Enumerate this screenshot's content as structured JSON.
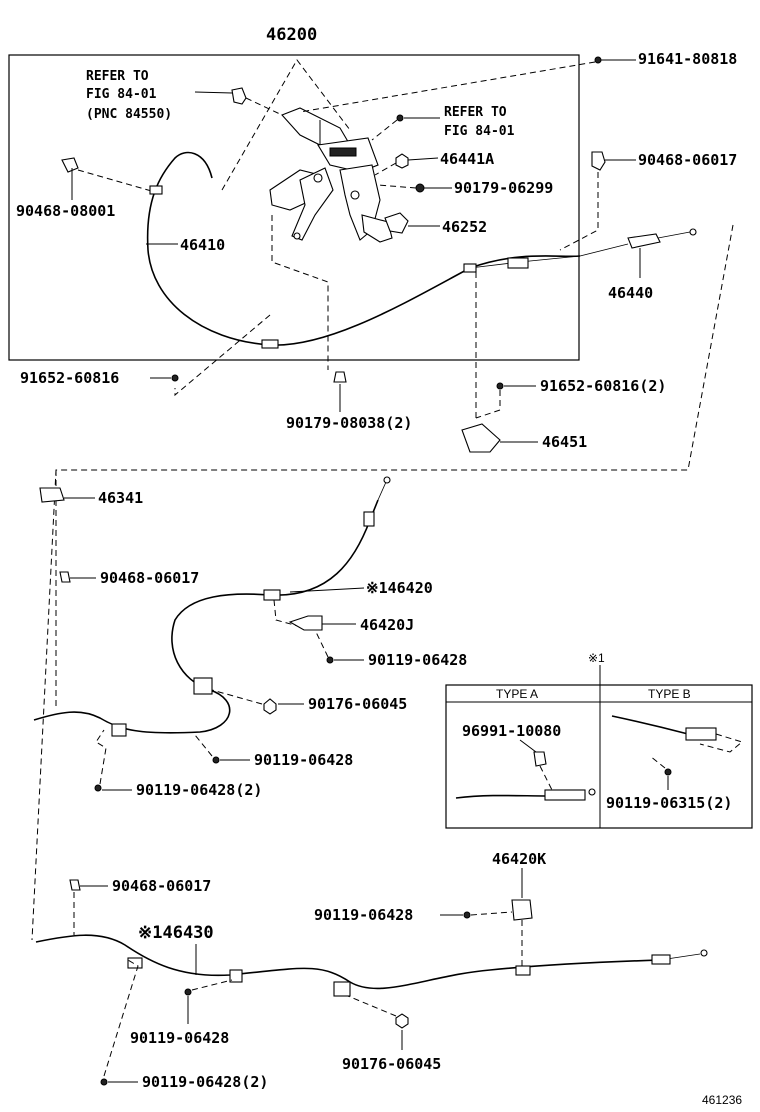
{
  "labels": {
    "assy_46200": "46200",
    "refer1_line1": "REFER TO",
    "refer1_line2": "FIG 84-01",
    "refer1_line3": "(PNC 84550)",
    "refer2_line1": "REFER TO",
    "refer2_line2": "FIG 84-01",
    "p91641_80818": "91641-80818",
    "p46441A": "46441A",
    "p90468_06017_a": "90468-06017",
    "p90179_06299": "90179-06299",
    "p90468_08001": "90468-08001",
    "p46252": "46252",
    "p46410": "46410",
    "p46440": "46440",
    "p91652_60816_a": "91652-60816",
    "p91652_60816_b": "91652-60816(2)",
    "p90179_08038": "90179-08038(2)",
    "p46451": "46451",
    "p46341": "46341",
    "p90468_06017_b": "90468-06017",
    "p46420": "※146420",
    "p46420J": "46420J",
    "p90119_06428_a": "90119-06428",
    "p90176_06045_a": "90176-06045",
    "p90119_06428_b": "90119-06428",
    "p90119_06428_c": "90119-06428(2)",
    "p90468_06017_c": "90468-06017",
    "p46420K": "46420K",
    "p90119_06428_d": "90119-06428",
    "p46430": "※146430",
    "p90119_06428_e": "90119-06428",
    "p90176_06045_b": "90176-06045",
    "p90119_06428_f": "90119-06428(2)",
    "figure_number": "461236"
  },
  "inset": {
    "marker": "※1",
    "type_a_header": "TYPE A",
    "type_b_header": "TYPE B",
    "type_a_part": "96991-10080",
    "type_b_part": "90119-06315(2)"
  }
}
